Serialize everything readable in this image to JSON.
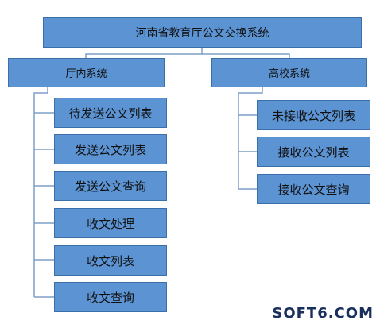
{
  "root": "河南省教育厅公文交换系统",
  "branches": [
    {
      "label": "厅内系统",
      "children": [
        "待发送公文列表",
        "发送公文列表",
        "发送公文查询",
        "收文处理",
        "收文列表",
        "收文查询"
      ]
    },
    {
      "label": "高校系统",
      "children": [
        "未接收公文列表",
        "接收公文列表",
        "接收公文查询"
      ]
    }
  ],
  "watermark": "SOFT6.COM",
  "colors": {
    "box_fill": "#5b93d3",
    "box_border": "#3b6fa8",
    "line": "#7f9fc6"
  }
}
